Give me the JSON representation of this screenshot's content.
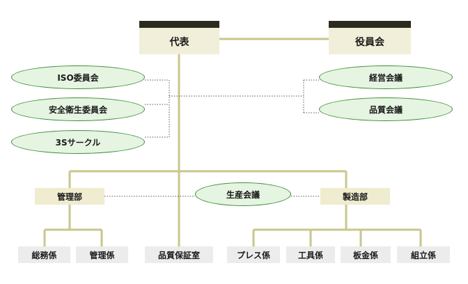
{
  "top": {
    "representative": "代表",
    "board": "役員会"
  },
  "committees_left": [
    "ISO委員会",
    "安全衛生委員会",
    "3Sサークル"
  ],
  "meetings_right": [
    "経営会議",
    "品質会議"
  ],
  "departments": {
    "management": "管理部",
    "manufacturing": "製造部",
    "production_meeting": "生産会議"
  },
  "sections": {
    "general_affairs": "総務係",
    "management_section": "管理係",
    "quality_office": "品質保証室",
    "press": "プレス係",
    "tooling": "工具係",
    "sheet_metal": "板金係",
    "assembly": "組立係"
  },
  "colors": {
    "line_solid": "#c9c68d",
    "line_dotted": "#555555",
    "header_bar": "#2b2b20",
    "ellipse_fill": "#e5f5e1",
    "ellipse_border": "#3f8c3a"
  }
}
